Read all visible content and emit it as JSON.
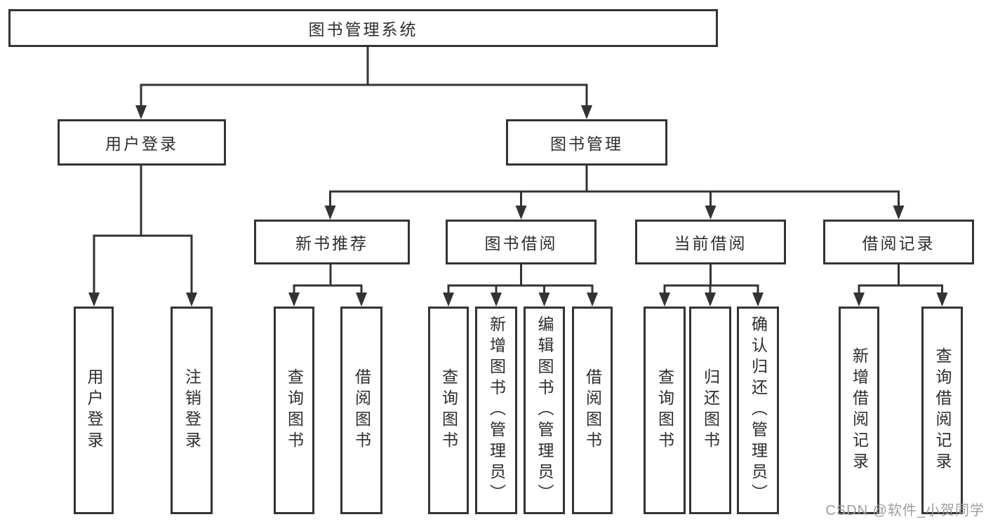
{
  "diagram": {
    "root": {
      "label": "图书管理系统",
      "children": [
        {
          "label": "用户登录",
          "children": [
            {
              "label": "用户登录"
            },
            {
              "label": "注销登录"
            }
          ]
        },
        {
          "label": "图书管理",
          "children": [
            {
              "label": "新书推荐",
              "children": [
                {
                  "label": "查询图书"
                },
                {
                  "label": "借阅图书"
                }
              ]
            },
            {
              "label": "图书借阅",
              "children": [
                {
                  "label": "查询图书"
                },
                {
                  "label": "新增图书（管理员）"
                },
                {
                  "label": "编辑图书（管理员）"
                },
                {
                  "label": "借阅图书"
                }
              ]
            },
            {
              "label": "当前借阅",
              "children": [
                {
                  "label": "查询图书"
                },
                {
                  "label": "归还图书"
                },
                {
                  "label": "确认归还（管理员）"
                }
              ]
            },
            {
              "label": "借阅记录",
              "children": [
                {
                  "label": "新增借阅记录"
                },
                {
                  "label": "查询借阅记录"
                }
              ]
            }
          ]
        }
      ]
    }
  },
  "watermark": {
    "text": "CSDN @软件_小贺同学"
  },
  "colors": {
    "line": "#333333",
    "text": "#2d2d2d",
    "watermark": "#9e9e9e",
    "background": "#ffffff"
  }
}
